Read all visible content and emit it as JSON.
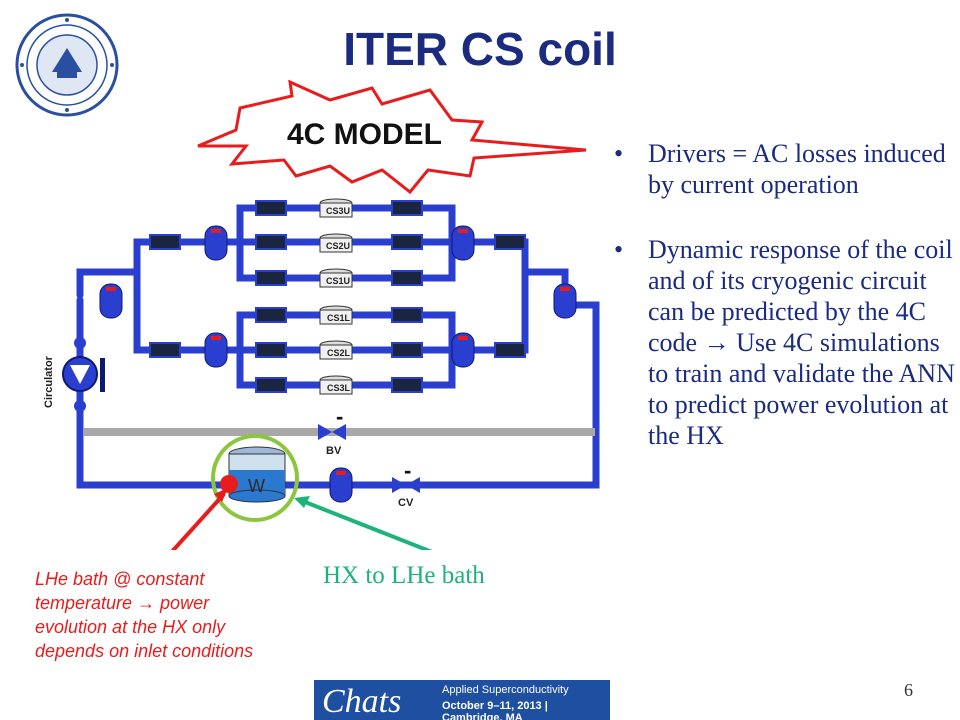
{
  "slide": {
    "title": "ITER CS coil",
    "page_number": "6"
  },
  "model_badge": {
    "label": "4C MODEL"
  },
  "bullets": [
    {
      "marker": "•",
      "text": "Drivers = AC losses induced by current operation"
    },
    {
      "marker": "•",
      "text": "Dynamic response of the coil and of its cryogenic circuit can be predicted by the 4C code → Use 4C simulations to train and validate the ANN to predict power evolution at the HX"
    }
  ],
  "diagram": {
    "coils": [
      "CS3U",
      "CS2U",
      "CS1U",
      "CS1L",
      "CS2L",
      "CS3L"
    ],
    "circulator_label": "Circulator",
    "bypass_valve_label": "BV",
    "control_valve_label": "CV",
    "valve_sign": "-",
    "hx_symbol": "W"
  },
  "annotations": {
    "lhe_note": "LHe bath @ constant temperature → power evolution at the HX only depends on inlet conditions",
    "hx_label": "HX to  LHe bath"
  },
  "footer_banner": {
    "logo_text": "Chats",
    "conference": "Applied Superconductivity",
    "dates": "October 9–11, 2013 | Cambridge, MA"
  },
  "colors": {
    "title": "#1a2b80",
    "pipe": "#2a3fd0",
    "annotation_red": "#e81c1c",
    "annotation_green": "#1db37a",
    "badge_stroke": "#e81c1c",
    "hx_ring": "#8cc63f"
  }
}
